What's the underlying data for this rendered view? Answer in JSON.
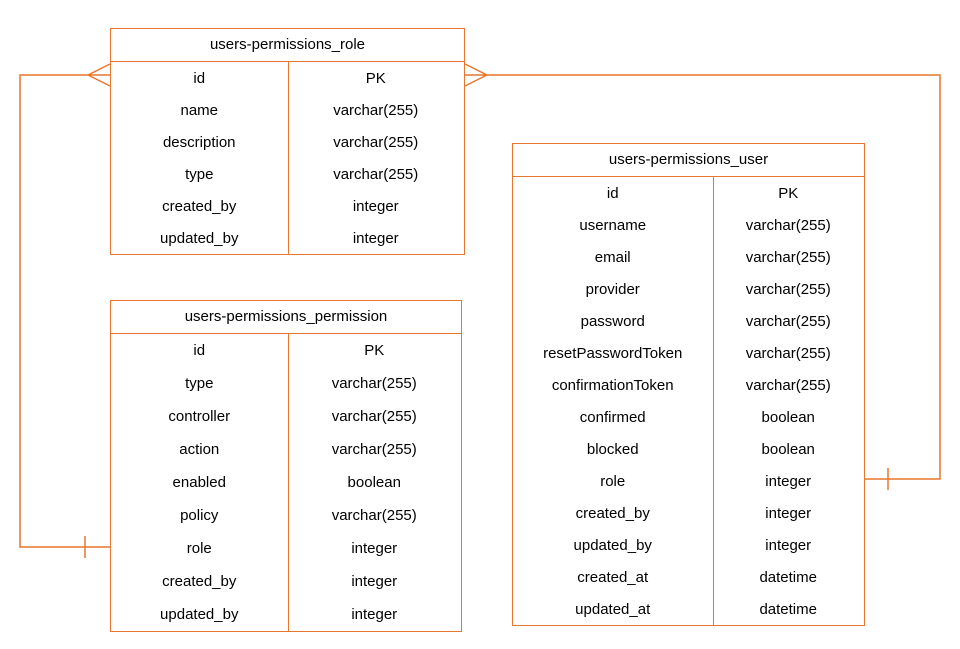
{
  "diagram": {
    "accent_color": "#e8762d",
    "background_color": "#ffffff",
    "tables": [
      {
        "title": "users-permissions_role",
        "rows": [
          {
            "name": "id",
            "type": "PK"
          },
          {
            "name": "name",
            "type": "varchar(255)"
          },
          {
            "name": "description",
            "type": "varchar(255)"
          },
          {
            "name": "type",
            "type": "varchar(255)"
          },
          {
            "name": "created_by",
            "type": "integer"
          },
          {
            "name": "updated_by",
            "type": "integer"
          }
        ]
      },
      {
        "title": "users-permissions_permission",
        "rows": [
          {
            "name": "id",
            "type": "PK"
          },
          {
            "name": "type",
            "type": "varchar(255)"
          },
          {
            "name": "controller",
            "type": "varchar(255)"
          },
          {
            "name": "action",
            "type": "varchar(255)"
          },
          {
            "name": "enabled",
            "type": "boolean"
          },
          {
            "name": "policy",
            "type": "varchar(255)"
          },
          {
            "name": "role",
            "type": "integer"
          },
          {
            "name": "created_by",
            "type": "integer"
          },
          {
            "name": "updated_by",
            "type": "integer"
          }
        ]
      },
      {
        "title": "users-permissions_user",
        "rows": [
          {
            "name": "id",
            "type": "PK"
          },
          {
            "name": "username",
            "type": "varchar(255)"
          },
          {
            "name": "email",
            "type": "varchar(255)"
          },
          {
            "name": "provider",
            "type": "varchar(255)"
          },
          {
            "name": "password",
            "type": "varchar(255)"
          },
          {
            "name": "resetPasswordToken",
            "type": "varchar(255)"
          },
          {
            "name": "confirmationToken",
            "type": "varchar(255)"
          },
          {
            "name": "confirmed",
            "type": "boolean"
          },
          {
            "name": "blocked",
            "type": "boolean"
          },
          {
            "name": "role",
            "type": "integer"
          },
          {
            "name": "created_by",
            "type": "integer"
          },
          {
            "name": "updated_by",
            "type": "integer"
          },
          {
            "name": "created_at",
            "type": "datetime"
          },
          {
            "name": "updated_at",
            "type": "datetime"
          }
        ]
      }
    ],
    "relationships": [
      {
        "from": "users-permissions_role",
        "to": "users-permissions_permission",
        "from_end": "many",
        "to_end": "one"
      },
      {
        "from": "users-permissions_role",
        "to": "users-permissions_user",
        "from_end": "many",
        "to_end": "one"
      }
    ]
  }
}
